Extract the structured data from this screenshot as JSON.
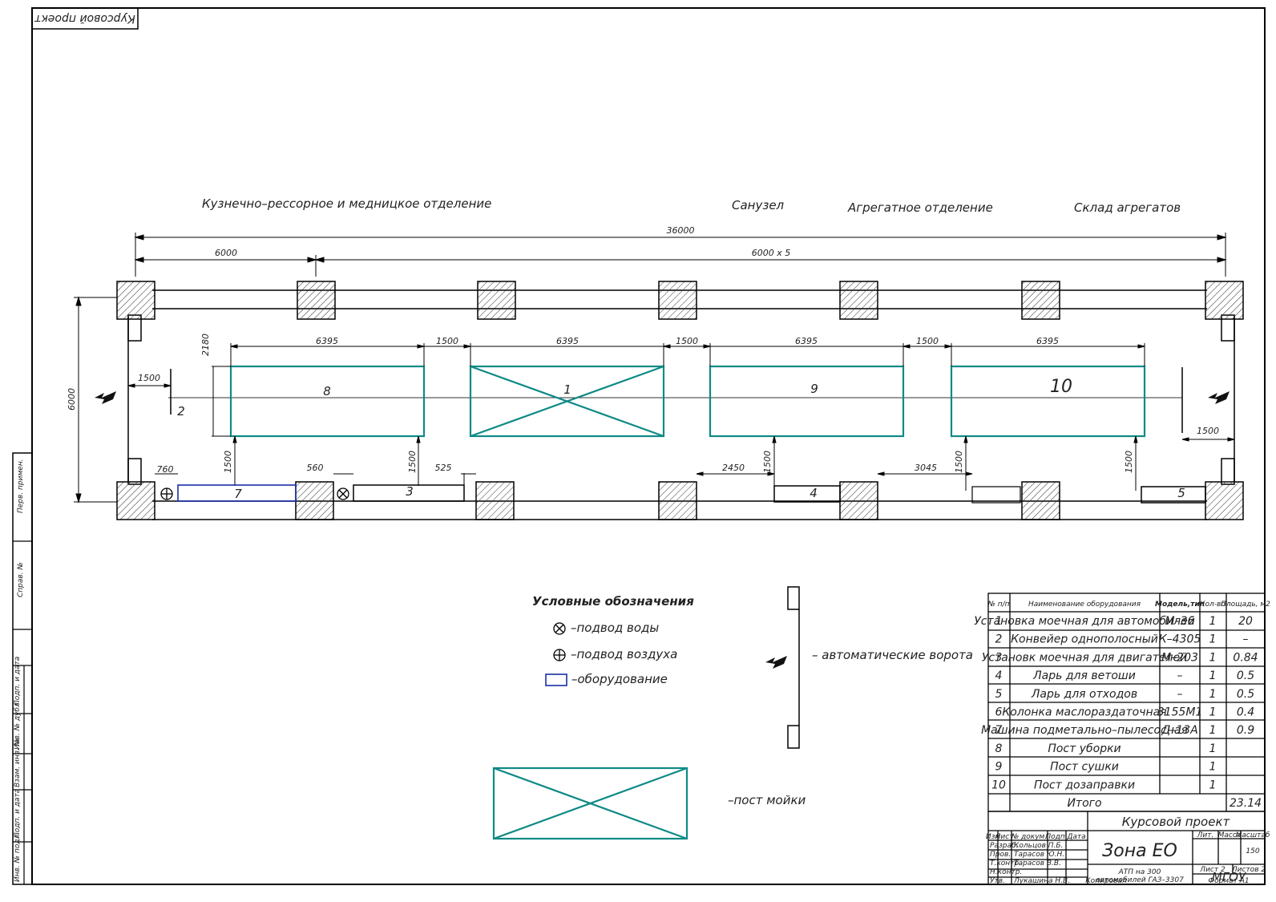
{
  "stamp_top": "Курсовой проект",
  "section_labels": [
    "Кузнечно–рессорное и медницкое отделение",
    "Санузел",
    "Агрегатное отделение",
    "Склад агрегатов"
  ],
  "dims": {
    "overall": "36000",
    "bay_first": "6000",
    "bay_rest": "6000 x 5",
    "height": "6000",
    "post_len": "6395",
    "post_gap": "1500",
    "post_h": "2180",
    "edge_left": "1500",
    "edge_right": "1500",
    "clear": "1500",
    "d760": "760",
    "d560": "560",
    "d525": "525",
    "d2450": "2450",
    "d3045": "3045"
  },
  "posts": [
    "8",
    "1",
    "9",
    "10"
  ],
  "equipment": [
    "2",
    "7",
    "3",
    "4",
    "5"
  ],
  "legend": {
    "title": "Условные обозначения",
    "water": "–подвод воды",
    "air": "–подвод воздуха",
    "equipment": "–оборудование",
    "gates": "– автоматические ворота",
    "wash_post": "–пост мойки"
  },
  "spec_table": {
    "headers": [
      "№ п/п",
      "Наименование оборудования",
      "Модель,тип",
      "Кол-во",
      "Площадь, м2"
    ],
    "rows": [
      [
        "1",
        "Установка моечная для автомобилей",
        "М–36",
        "1",
        "20"
      ],
      [
        "2",
        "Конвейер однополосный",
        "К–4305",
        "1",
        "–"
      ],
      [
        "3",
        "Установк моечная для двигателей",
        "М–203",
        "1",
        "0.84"
      ],
      [
        "4",
        "Ларь для ветоши",
        "–",
        "1",
        "0.5"
      ],
      [
        "5",
        "Ларь для отходов",
        "–",
        "1",
        "0.5"
      ],
      [
        "6",
        "Колонка маслораздаточная",
        "3155М1",
        "1",
        "0.4"
      ],
      [
        "7",
        "Машина подметально–пылесосная",
        "Д–13А",
        "1",
        "0.9"
      ],
      [
        "8",
        "Пост уборки",
        "",
        "1",
        ""
      ],
      [
        "9",
        "Пост сушки",
        "",
        "1",
        ""
      ],
      [
        "10",
        "Пост дозаправки",
        "",
        "1",
        ""
      ]
    ],
    "total_label": "Итого",
    "total_value": "23.14"
  },
  "title_block": {
    "project": "Курсовой проект",
    "name": "Зона ЕО",
    "subtitle1": "АТП на 300",
    "subtitle2": "автомобилей ГАЗ–3307",
    "org": "МГОУ",
    "scale": "150",
    "head_lit": "Лит.",
    "head_mass": "Масса",
    "head_scale": "Масштаб",
    "sheet": "Лист 2",
    "sheets": "Листов 2",
    "format": "Формат А1",
    "copied": "Копировал",
    "cols": [
      "Изм",
      "Лист",
      "№ докум.",
      "Подп.",
      "Дата"
    ],
    "roles": [
      "Разраб.",
      "Пров.",
      "Т.контр.",
      "Н.контр.",
      "Утв."
    ],
    "people": [
      "Кольцов П.Б.",
      "Тарасов Ю.Н.",
      "Тарасов В.В.",
      "",
      "Лукашина Н.В."
    ]
  },
  "side_stamps": [
    "Перв. примен.",
    "Справ. №",
    "Подп. и дата",
    "Инв. № дубл.",
    "Взам. инв. №",
    "Подп. и дата",
    "Инв. № подл."
  ]
}
